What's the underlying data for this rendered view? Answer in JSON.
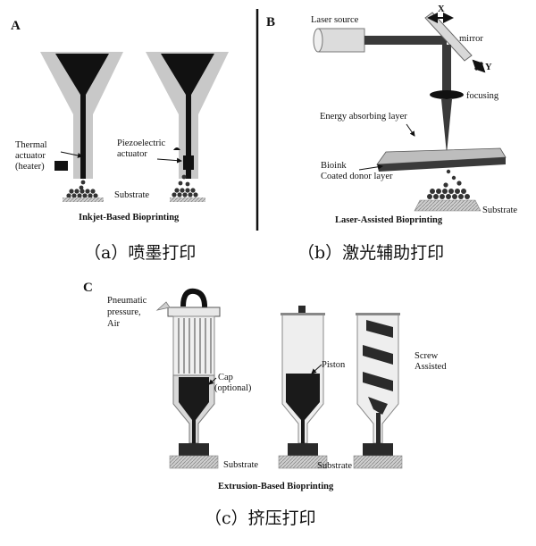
{
  "panels": {
    "a": "A",
    "b": "B",
    "c": "C"
  },
  "inkjet": {
    "thermal_actuator": [
      "Thermal",
      "actuator",
      "(heater)"
    ],
    "piezo_actuator": [
      "Piezoelectric",
      "actuator"
    ],
    "substrate": "Substrate",
    "title": "Inkjet-Based Bioprinting"
  },
  "laser": {
    "laser_source": "Laser source",
    "mirror": "mirror",
    "x_axis": "X",
    "y_axis": "Y",
    "focusing": "focusing",
    "energy_layer": "Energy absorbing layer",
    "bioink": [
      "Bioink",
      "Coated donor layer"
    ],
    "substrate": "Substrate",
    "title": "Laser-Assisted Bioprinting"
  },
  "extrusion": {
    "pneumatic": [
      "Pneumatic",
      "pressure,",
      "Air"
    ],
    "cap": [
      "Cap",
      "(optional)"
    ],
    "piston": "Piston",
    "screw": [
      "Screw",
      "Assisted"
    ],
    "substrate_1": "Substrate",
    "substrate_2": "Substrate",
    "title": "Extrusion-Based Bioprinting"
  },
  "captions": {
    "a": "（a）喷墨打印",
    "b": "（b）激光辅助打印",
    "c": "（c）挤压打印"
  },
  "colors": {
    "ink": "#111111",
    "gray": "#bdbdbd",
    "light": "#e4e4e4"
  }
}
